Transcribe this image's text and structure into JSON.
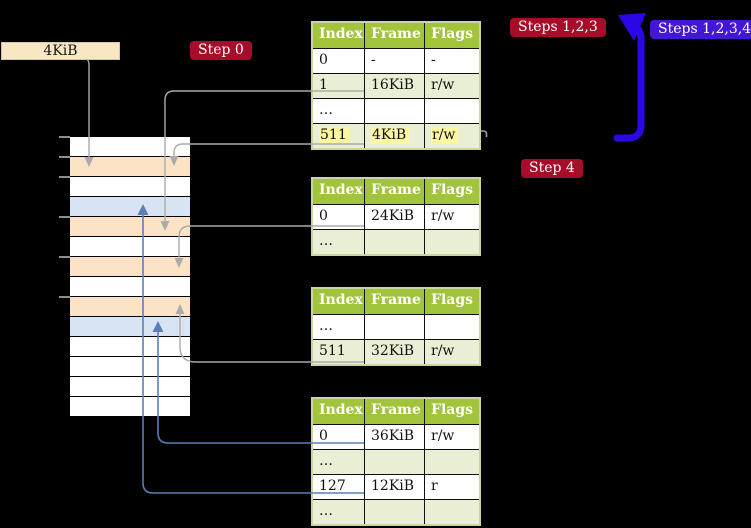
{
  "colors": {
    "background": "#000000",
    "table_header_green": "#A2C33C",
    "table_row_green": "#E9EFD4",
    "table_border_olive": "#CBD59C",
    "highlight_yellow": "#FCF6A2",
    "badge_crimson": "#A60D28",
    "badge_blue": "#4416D8",
    "loop_arrow_blue": "#2B07E8",
    "connector_gray": "#ABABAB",
    "connector_blue": "#5B7EB8",
    "frame_orange": "#FCE3C5",
    "frame_blue": "#D8E4F4",
    "frame_white": "#FFFFFF",
    "mem_label_bg": "#F9E7C4"
  },
  "labels": {
    "physical_frame": "4KiB",
    "step0": "Step 0",
    "step4": "Step 4",
    "steps123": "Steps 1,2,3",
    "steps1234": "Steps 1,2,3,4"
  },
  "memory": {
    "rows": [
      "white",
      "orange",
      "white",
      "blue",
      "orange",
      "white",
      "orange",
      "white",
      "orange",
      "blue",
      "white",
      "white",
      "white",
      "white"
    ],
    "ticks_y": [
      136,
      156,
      176,
      216,
      256,
      296
    ]
  },
  "tables": [
    {
      "headers": [
        "Index",
        "Frame",
        "Flags"
      ],
      "rows": [
        {
          "index": "0",
          "frame": "-",
          "flags": "-"
        },
        {
          "index": "1",
          "frame": "16KiB",
          "flags": "r/w"
        },
        {
          "index": "…",
          "frame": "",
          "flags": ""
        },
        {
          "index": "511",
          "frame": "4KiB",
          "flags": "r/w",
          "highlight": true
        }
      ]
    },
    {
      "headers": [
        "Index",
        "Frame",
        "Flags"
      ],
      "rows": [
        {
          "index": "0",
          "frame": "24KiB",
          "flags": "r/w"
        },
        {
          "index": "…",
          "frame": "",
          "flags": ""
        }
      ]
    },
    {
      "headers": [
        "Index",
        "Frame",
        "Flags"
      ],
      "rows": [
        {
          "index": "…",
          "frame": "",
          "flags": ""
        },
        {
          "index": "511",
          "frame": "32KiB",
          "flags": "r/w"
        }
      ]
    },
    {
      "headers": [
        "Index",
        "Frame",
        "Flags"
      ],
      "rows": [
        {
          "index": "0",
          "frame": "36KiB",
          "flags": "r/w"
        },
        {
          "index": "…",
          "frame": "",
          "flags": ""
        },
        {
          "index": "127",
          "frame": "12KiB",
          "flags": "r"
        },
        {
          "index": "…",
          "frame": "",
          "flags": ""
        }
      ]
    }
  ]
}
